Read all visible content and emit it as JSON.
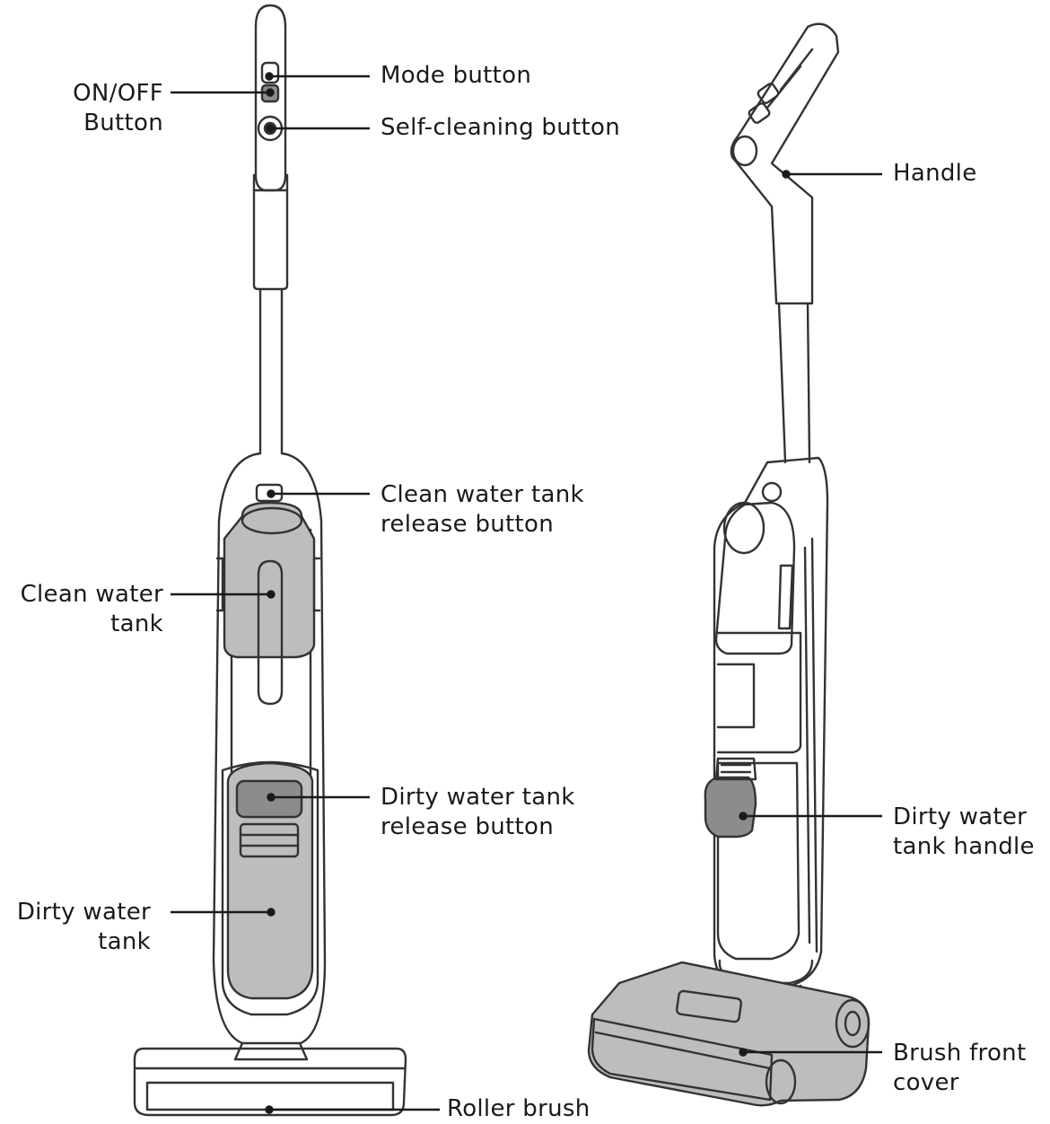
{
  "labels": {
    "mode_button": "Mode button",
    "on_off_button": [
      "ON/OFF",
      "Button"
    ],
    "self_cleaning_button": "Self-cleaning button",
    "handle": "Handle",
    "clean_water_tank_release_button": [
      "Clean water tank",
      "release button"
    ],
    "clean_water_tank": [
      "Clean water",
      "tank"
    ],
    "dirty_water_tank_release_button": [
      "Dirty water tank",
      "release button"
    ],
    "dirty_water_tank_handle": [
      "Dirty water",
      "tank handle"
    ],
    "dirty_water_tank": [
      "Dirty water",
      "tank"
    ],
    "brush_front_cover": [
      "Brush front",
      "cover"
    ],
    "roller_brush": "Roller brush"
  },
  "colors": {
    "outline": "#333333",
    "tank_fill": "#bdbdbd",
    "dark_fill": "#8c8c8c",
    "leader_line": "#1a1a1a"
  }
}
